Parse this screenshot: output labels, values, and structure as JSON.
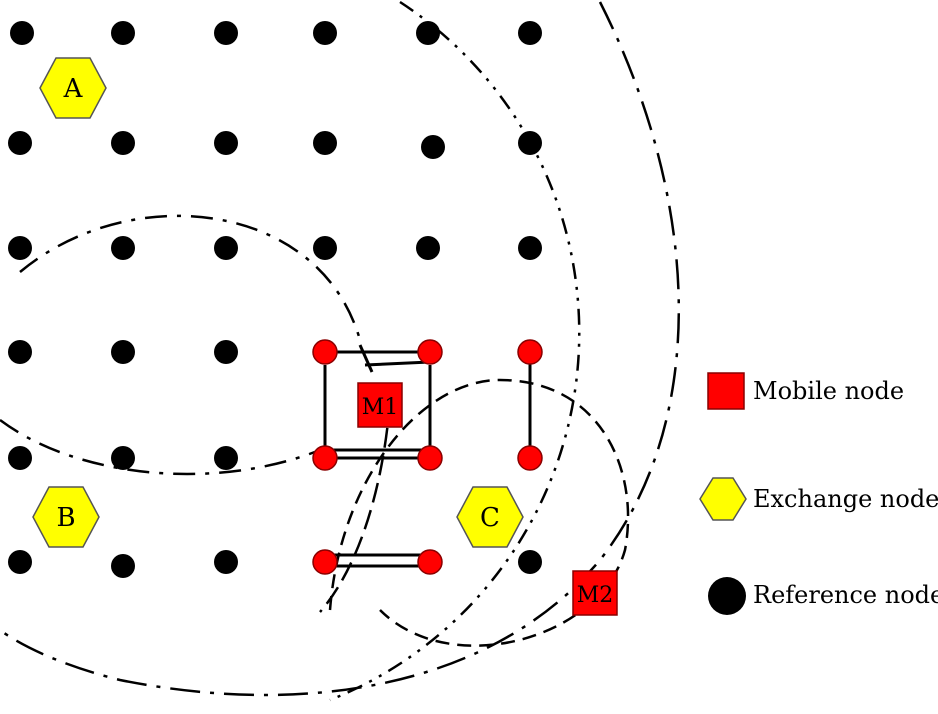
{
  "exchange_nodes": [
    {
      "label": "A"
    },
    {
      "label": "B"
    },
    {
      "label": "C"
    }
  ],
  "mobile_nodes": [
    {
      "label": "M1"
    },
    {
      "label": "M2"
    }
  ],
  "legend": {
    "mobile": "Mobile node",
    "exchange": "Exchange node",
    "reference": "Reference node"
  },
  "colors": {
    "reference": "#000000",
    "exchange_fill": "#ffff00",
    "exchange_stroke": "#555555",
    "mobile_fill": "#ff0000",
    "active_reference": "#ff0000"
  }
}
